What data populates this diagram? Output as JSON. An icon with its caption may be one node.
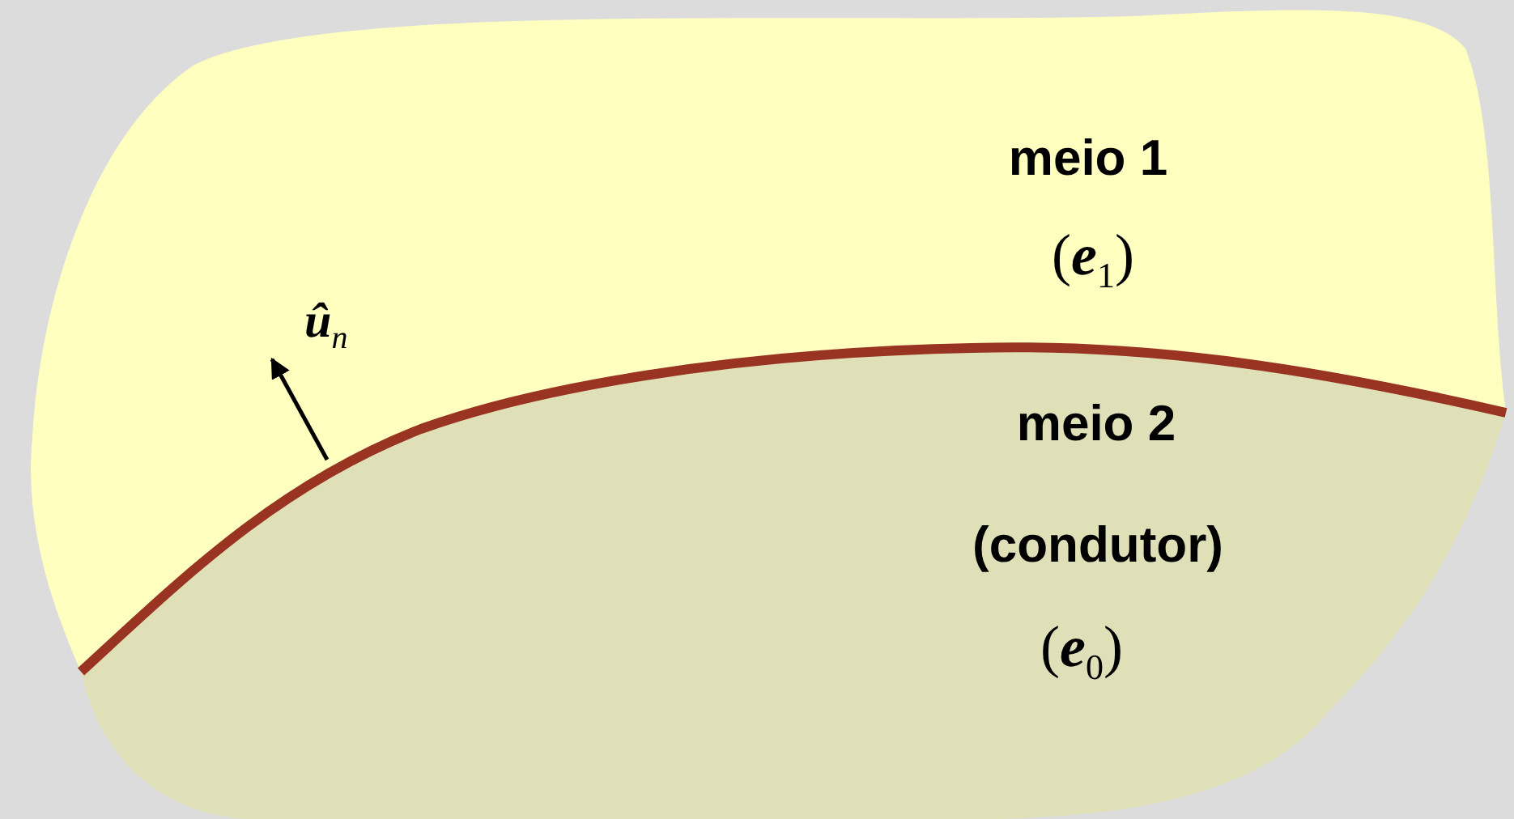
{
  "diagram": {
    "nodes": [
      {
        "text": [
          "meio 1",
          "(*e*$_{1}$)"
        ]
      },
      {
        "text": [
          "meio 2",
          "(condutor)",
          "(*e*$_{0}$)"
        ]
      }
    ],
    "labels": [
      "û$_{n}$"
    ]
  }
}
